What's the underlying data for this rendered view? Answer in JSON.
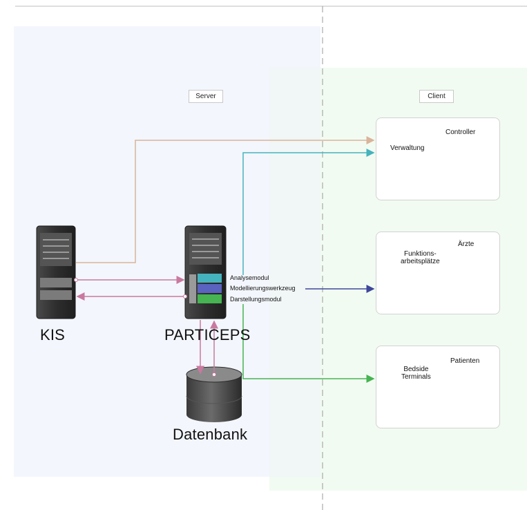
{
  "zones": {
    "server_label": "Server",
    "client_label": "Client"
  },
  "nodes": {
    "kis": "KIS",
    "particeps": "PARTICEPS",
    "datenbank": "Datenbank"
  },
  "modules": [
    {
      "label": "Analysemodul",
      "color": "#44b3bd"
    },
    {
      "label": "Modellierungswerkzeug",
      "color": "#5a63bf"
    },
    {
      "label": "Darstellungsmodul",
      "color": "#45b451"
    }
  ],
  "clients": [
    {
      "left_label": "Verwaltung",
      "right_label": "Controller",
      "icon_left": "desktop-computer-icon",
      "icon_right": "controller-desk-icon"
    },
    {
      "left_label": "Funktions-\narbeitsplätze",
      "right_label": "Ärzte",
      "icon_left": "desktop-computer-icon",
      "icon_right": "doctor-icon"
    },
    {
      "left_label": "Bedside\nTerminals",
      "right_label": "Patienten",
      "icon_left": "laptop-icon",
      "icon_right": "patient-icon"
    }
  ],
  "colors": {
    "server_zone": "#f3f6fc",
    "client_zone": "#f2fbf2",
    "kis_link": "#d9b49a",
    "pink_link": "#c9799f",
    "analyse_link": "#44b3bd",
    "model_link": "#3d479a",
    "display_link": "#45b451"
  }
}
